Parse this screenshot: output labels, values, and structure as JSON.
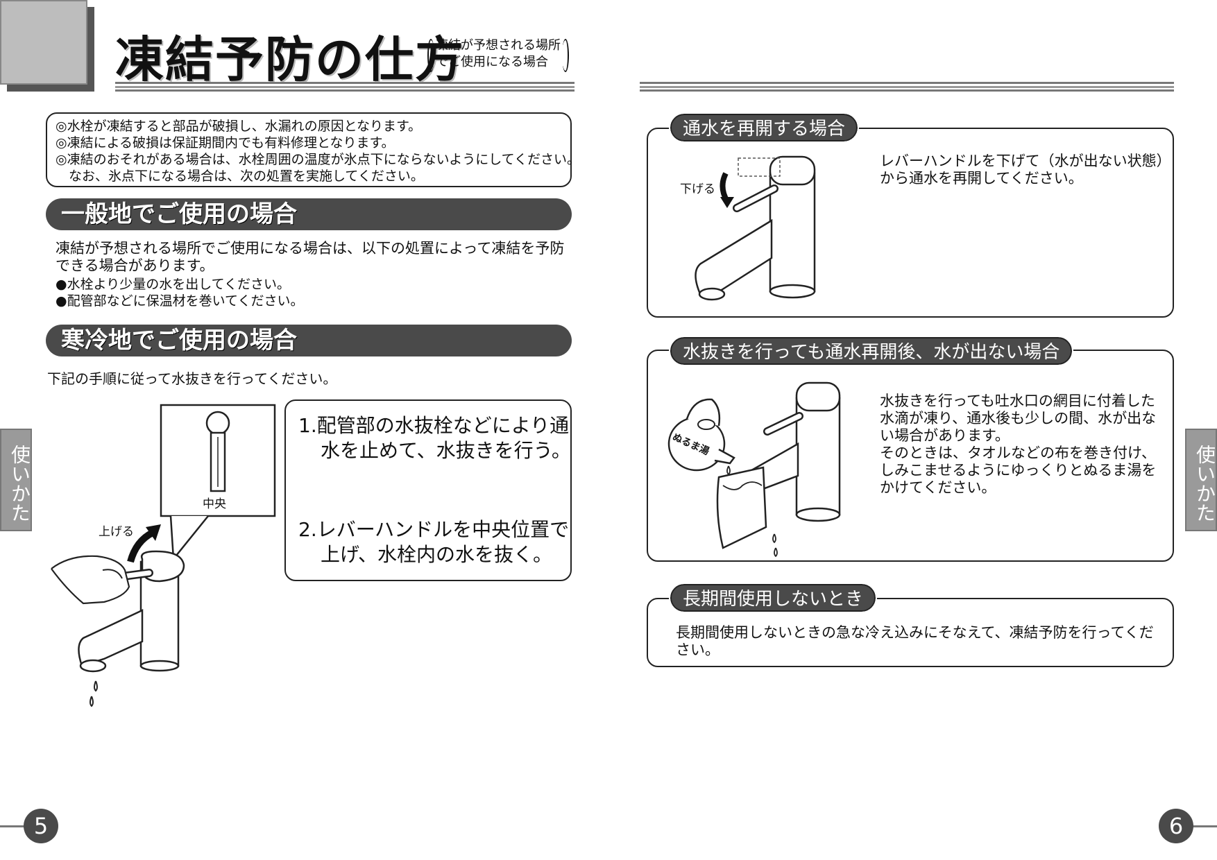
{
  "header": {
    "title": "凍結予防の仕方",
    "subtitle_line1": "凍結が予想される場所",
    "subtitle_line2": "でご使用になる場合"
  },
  "notes": [
    "◎水栓が凍結すると部品が破損し、水漏れの原因となります。",
    "◎凍結による破損は保証期間内でも有料修理となります。",
    "◎凍結のおそれがある場合は、水栓周囲の温度が氷点下にならないようにしてください。",
    "　なお、氷点下になる場合は、次の処置を実施してください。"
  ],
  "general": {
    "heading": "一般地でご使用の場合",
    "intro_line1": "凍結が予想される場所でご使用になる場合は、以下の処置によって凍結を予防",
    "intro_line2": "できる場合があります。",
    "bullets": [
      "●水栓より少量の水を出してください。",
      "●配管部などに保温材を巻いてください。"
    ]
  },
  "cold": {
    "heading": "寒冷地でご使用の場合",
    "intro": "下記の手順に従って水抜きを行ってください。",
    "inset_label": "中央",
    "raise_label": "上げる",
    "steps": [
      {
        "num": "1.",
        "line1": "配管部の水抜栓などにより通",
        "line2": "水を止めて、水抜きを行う。"
      },
      {
        "num": "2.",
        "line1": "レバーハンドルを中央位置で",
        "line2": "上げ、水栓内の水を抜く。"
      }
    ]
  },
  "resume": {
    "tag": "通水を再開する場合",
    "lower_label": "下げる",
    "line1": "レバーハンドルを下げて（水が出ない状態）",
    "line2": "から通水を再開してください。"
  },
  "nowater": {
    "tag": "水抜きを行っても通水再開後、水が出ない場合",
    "kettle_label": "ぬるま湯",
    "lines": [
      "水抜きを行っても吐水口の網目に付着した",
      "水滴が凍り、通水後も少しの間、水が出な",
      "い場合があります。",
      "そのときは、タオルなどの布を巻き付け、",
      "しみこませるようにゆっくりとぬるま湯を",
      "かけてください。"
    ]
  },
  "longterm": {
    "tag": "長期間使用しないとき",
    "line1": "長期間使用しないときの急な冷え込みにそなえて、凍結予防を行ってくだ",
    "line2": "さい。"
  },
  "side_tab": "使いかた",
  "pages": {
    "left": "5",
    "right": "6"
  },
  "colors": {
    "dark_gray": "#4a4a4a",
    "tab_gray": "#9a9a9a",
    "rule_gray": "#777777"
  }
}
